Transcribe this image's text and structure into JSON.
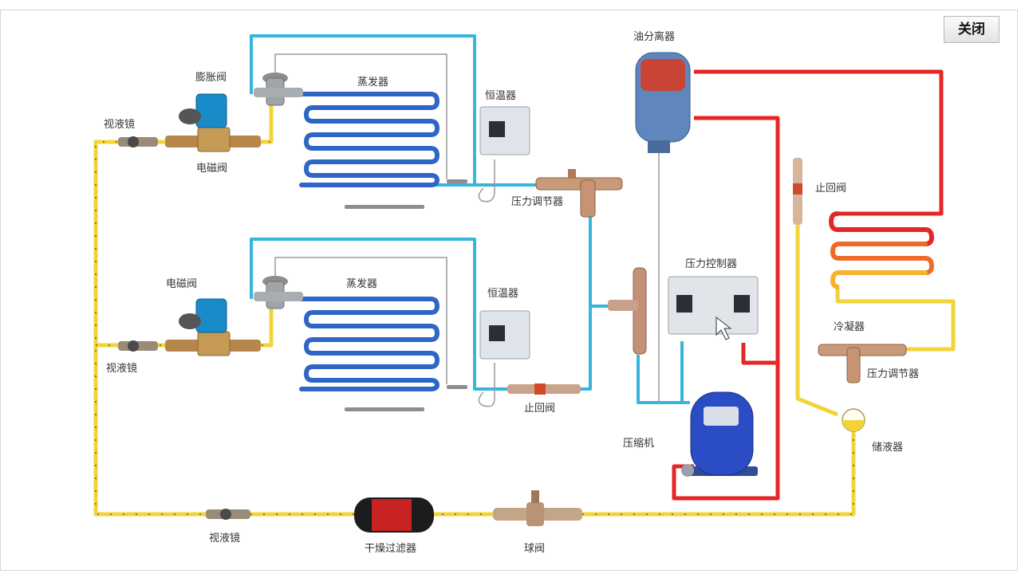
{
  "window": {
    "close_label": "关闭"
  },
  "colors": {
    "liquid_line": "#f2d43a",
    "suction_line": "#36b6dc",
    "discharge_line": "#e52626",
    "evaporator_coil": "#2d66c6",
    "condenser_coil": "#ea4a2a",
    "control_line": "#9a9a9a"
  },
  "labels": {
    "oil_separator": "油分离器",
    "expansion_valve": "膨胀阀",
    "evaporator_top": "蒸发器",
    "thermostat_top": "恒温器",
    "sight_glass_top": "视液镜",
    "solenoid_valve_top": "电磁阀",
    "pressure_regulator_top": "压力调节器",
    "stop_valve_right": "止回阀",
    "pressure_controller": "压力控制器",
    "solenoid_valve_bottom": "电磁阀",
    "evaporator_bottom": "蒸发器",
    "thermostat_bottom": "恒温器",
    "sight_glass_bottom": "视液镜",
    "stop_valve_bottom": "止回阀",
    "condenser": "冷凝器",
    "pressure_regulator_right": "压力调节器",
    "compressor": "压缩机",
    "receiver": "储液器",
    "sight_glass_main": "视液镜",
    "filter_drier": "干燥过滤器",
    "ball_valve": "球阀"
  }
}
